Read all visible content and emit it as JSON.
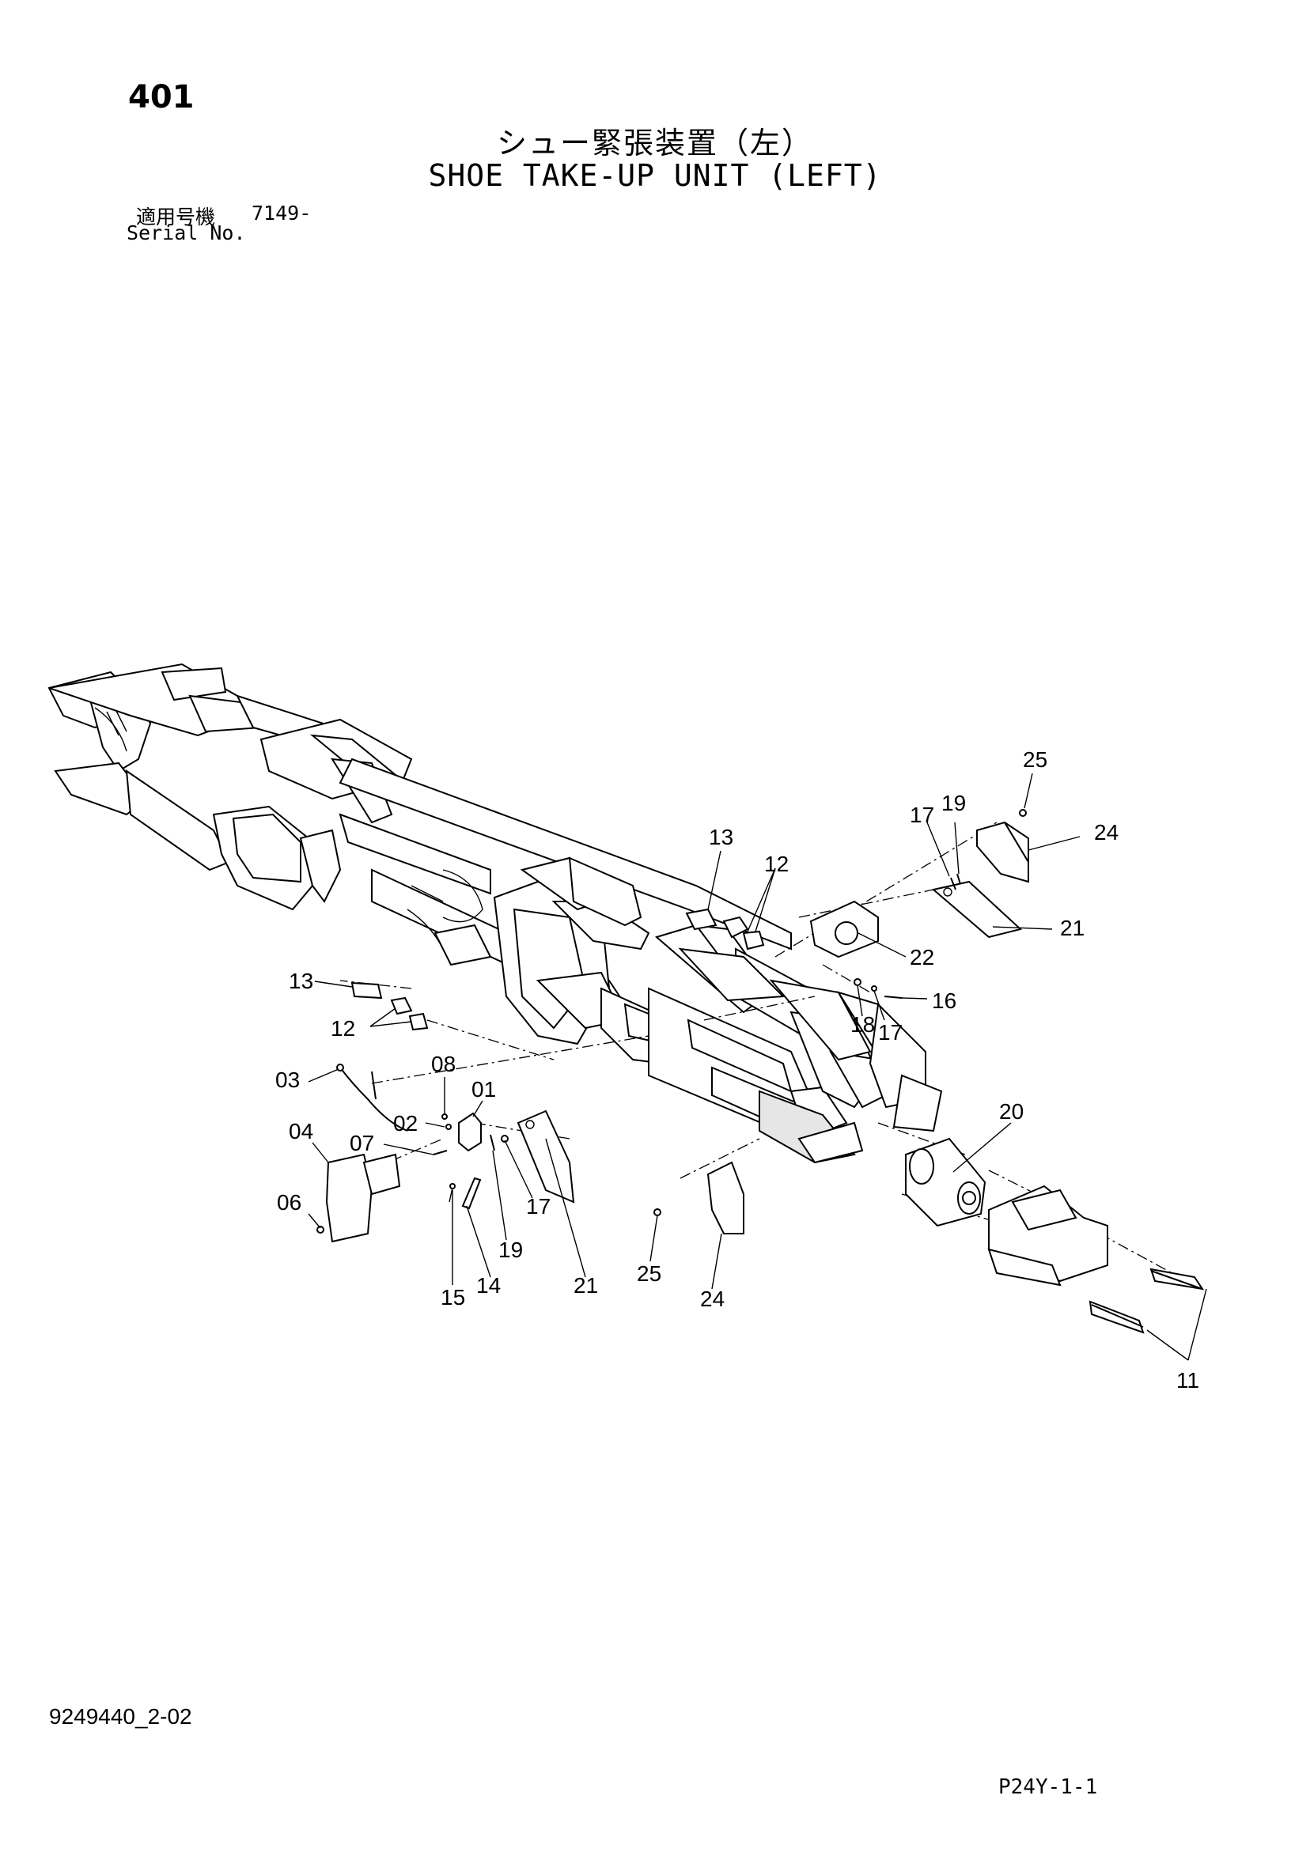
{
  "header": {
    "page_number": "401",
    "title_jp": "シュー緊張装置（左）",
    "title_en": "SHOE TAKE-UP UNIT (LEFT)",
    "serial_label_jp": "適用号機",
    "serial_label_en": "Serial No.",
    "serial_value": "7149-"
  },
  "footer": {
    "document_code": "9249440_2-02",
    "page_code": "P24Y-1-1"
  },
  "callouts": [
    {
      "id": "c-25a",
      "text": "25"
    },
    {
      "id": "c-19a",
      "text": "19"
    },
    {
      "id": "c-17a",
      "text": "17"
    },
    {
      "id": "c-24a",
      "text": "24"
    },
    {
      "id": "c-13a",
      "text": "13"
    },
    {
      "id": "c-12a",
      "text": "12"
    },
    {
      "id": "c-21a",
      "text": "21"
    },
    {
      "id": "c-22",
      "text": "22"
    },
    {
      "id": "c-16",
      "text": "16"
    },
    {
      "id": "c-18",
      "text": "18"
    },
    {
      "id": "c-17b",
      "text": "17"
    },
    {
      "id": "c-13b",
      "text": "13"
    },
    {
      "id": "c-12b",
      "text": "12"
    },
    {
      "id": "c-08",
      "text": "08"
    },
    {
      "id": "c-03",
      "text": "03"
    },
    {
      "id": "c-01",
      "text": "01"
    },
    {
      "id": "c-02",
      "text": "02"
    },
    {
      "id": "c-04",
      "text": "04"
    },
    {
      "id": "c-07",
      "text": "07"
    },
    {
      "id": "c-20",
      "text": "20"
    },
    {
      "id": "c-17c",
      "text": "17"
    },
    {
      "id": "c-06",
      "text": "06"
    },
    {
      "id": "c-19b",
      "text": "19"
    },
    {
      "id": "c-14",
      "text": "14"
    },
    {
      "id": "c-15",
      "text": "15"
    },
    {
      "id": "c-21b",
      "text": "21"
    },
    {
      "id": "c-25b",
      "text": "25"
    },
    {
      "id": "c-24b",
      "text": "24"
    },
    {
      "id": "c-11",
      "text": "11"
    }
  ]
}
